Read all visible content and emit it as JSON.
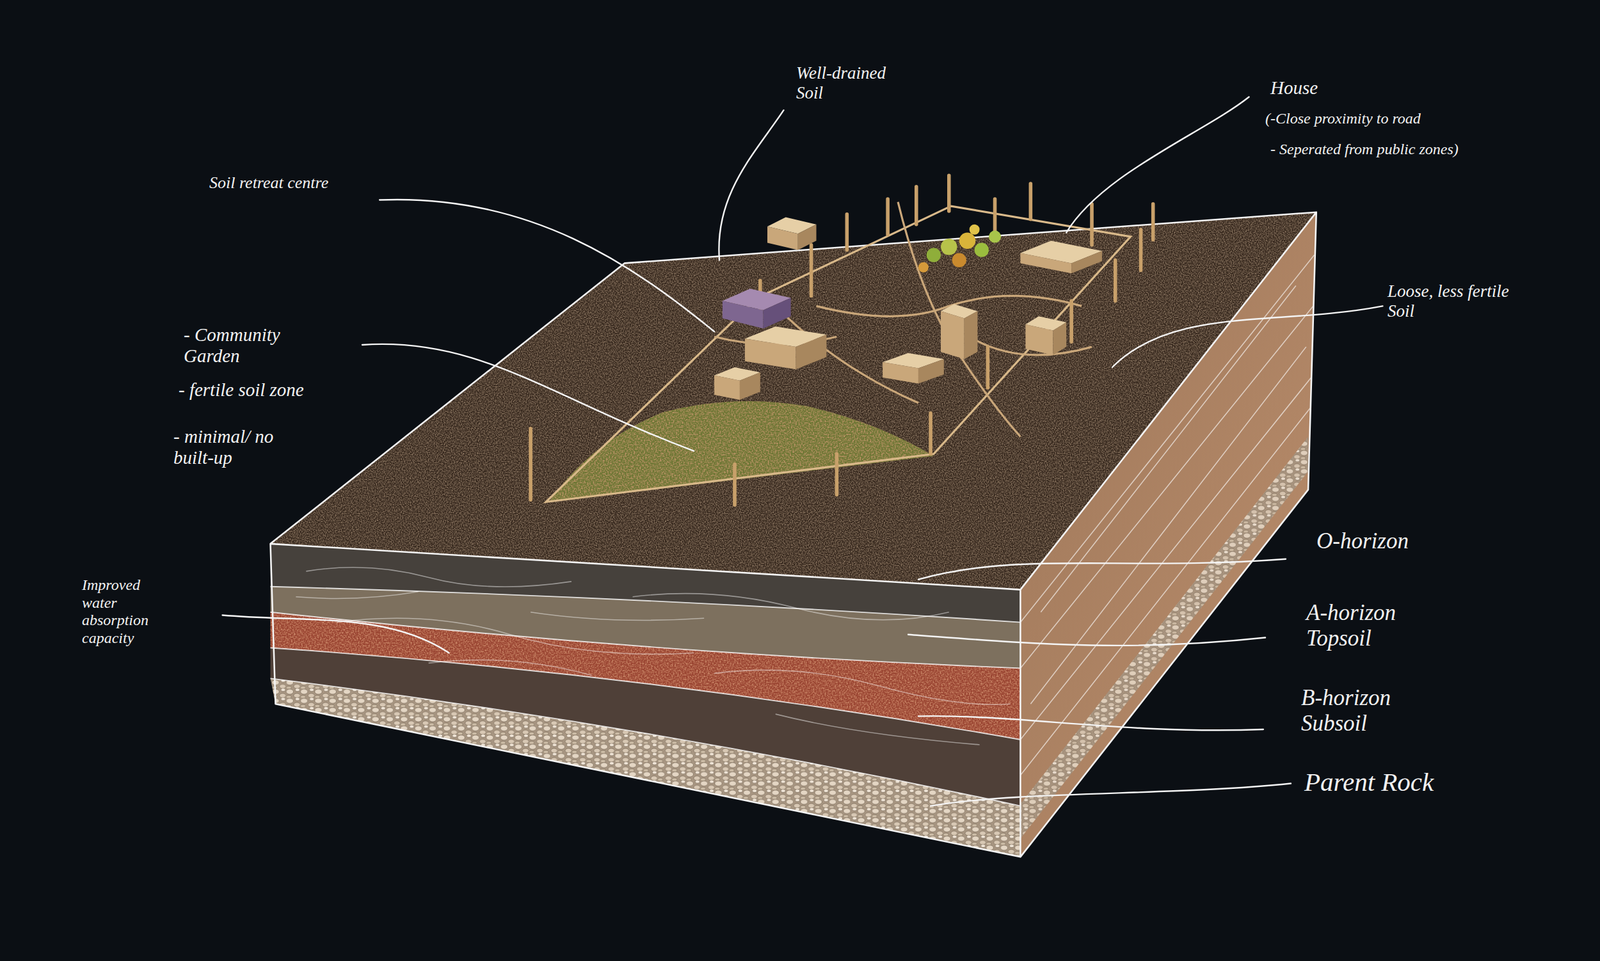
{
  "diagram": {
    "labels": [
      "Well-drained Soil",
      "House",
      "(-Close proximity to road",
      "- Seperated from public zones)",
      "Soil retreat centre",
      "- Community Garden",
      "- fertile soil zone",
      "- minimal/ no built-up",
      "Loose, less fertile Soil",
      "Improved water absorption capacity",
      "O-horizon",
      "A-horizon Topsoil",
      "B-horizon Subsoil",
      "Parent Rock"
    ]
  }
}
